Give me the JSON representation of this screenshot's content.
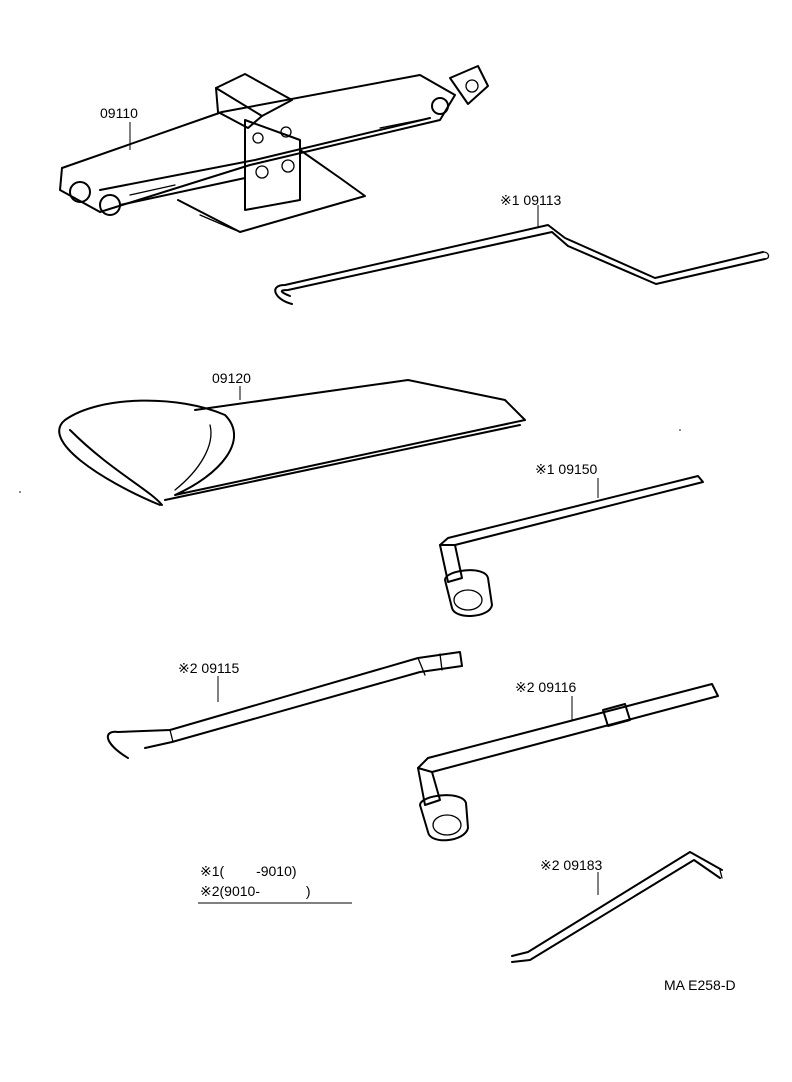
{
  "parts": {
    "jack": "09110",
    "jack_handle_1": "※1 09113",
    "tool_bag": "09120",
    "wrench_1": "※1 09150",
    "jack_handle_2": "※2 09115",
    "wrench_2": "※2 09116",
    "hub_nut_tool": "※2 09183"
  },
  "legend": {
    "note_1": "※1(　　 -9010)",
    "note_2": "※2(9010-　　　 )"
  },
  "reference_code": "MA E258-D"
}
